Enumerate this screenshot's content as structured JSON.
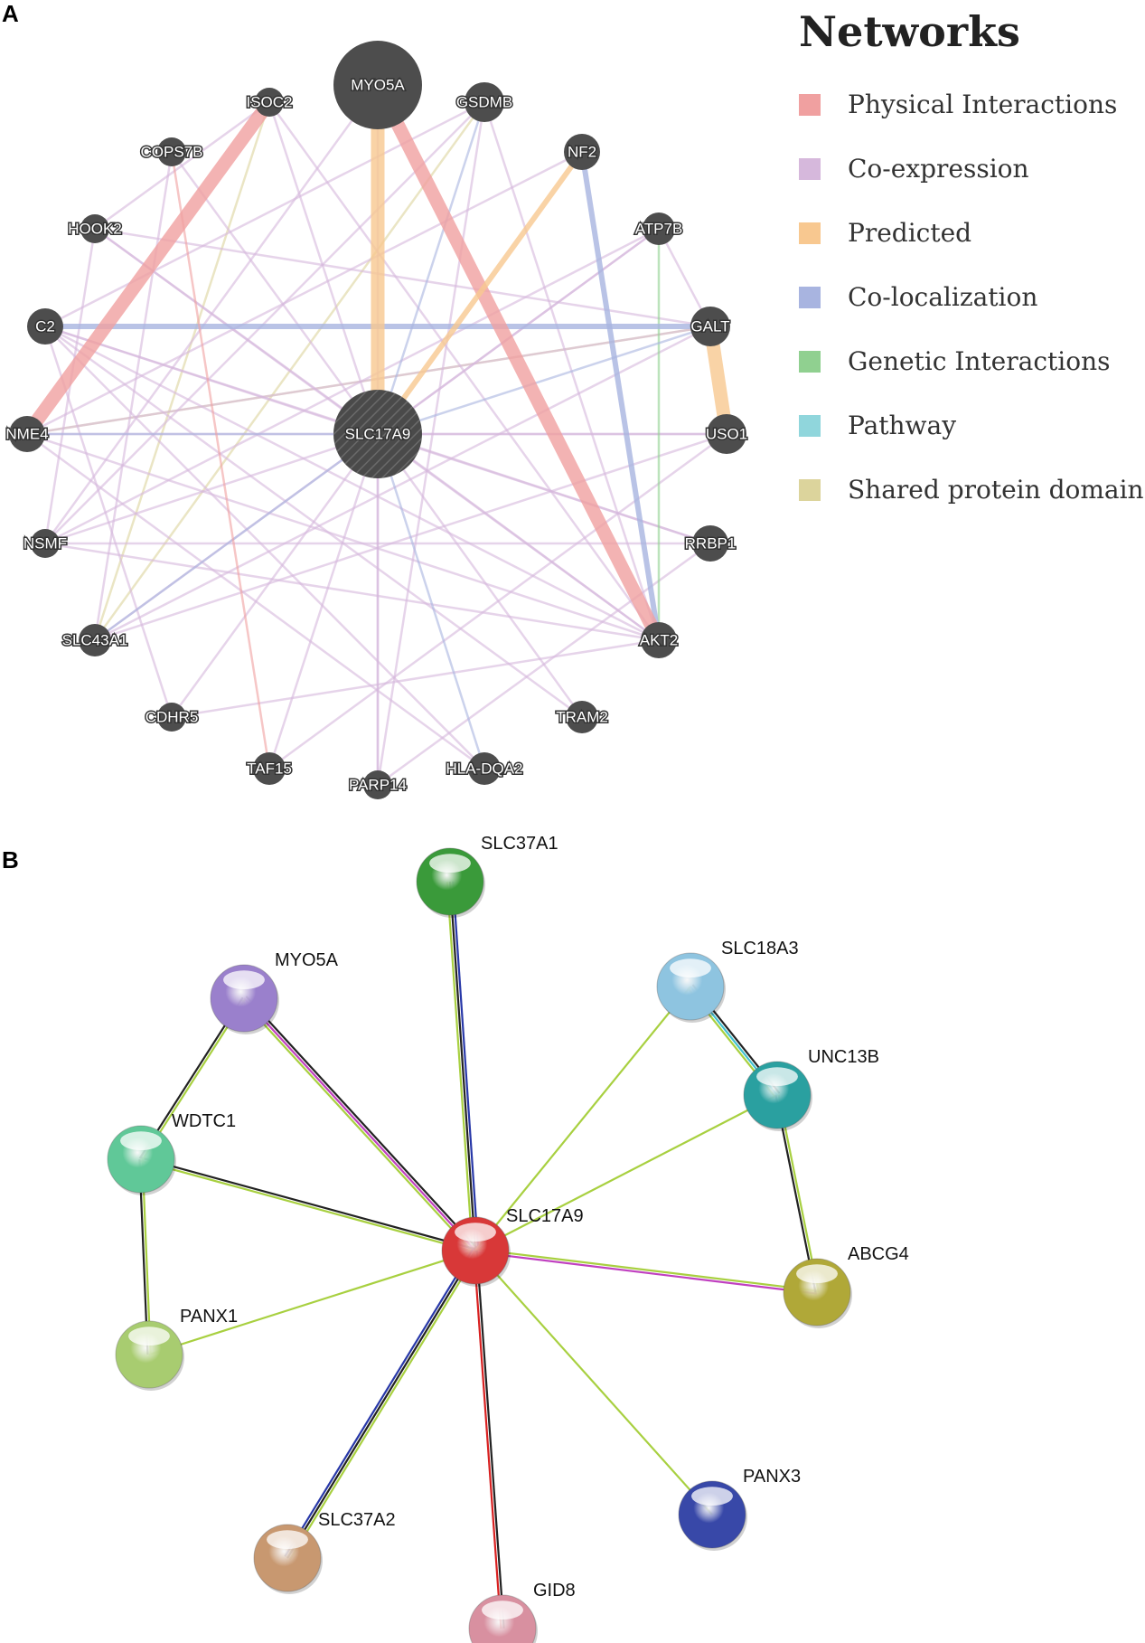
{
  "panels": {
    "a_label": "A",
    "b_label": "B"
  },
  "legend": {
    "title": "Networks",
    "items": [
      {
        "label": "Physical Interactions",
        "color": "#f0a0a0"
      },
      {
        "label": "Co-expression",
        "color": "#d6b8dc"
      },
      {
        "label": "Predicted",
        "color": "#f8c890"
      },
      {
        "label": "Co-localization",
        "color": "#a8b4e0"
      },
      {
        "label": "Genetic Interactions",
        "color": "#90d090"
      },
      {
        "label": "Pathway",
        "color": "#90d6dc"
      },
      {
        "label": "Shared protein domains",
        "color": "#dcd49c"
      }
    ]
  },
  "genemania": {
    "center": "SLC17A9",
    "nodes": [
      "MYO5A",
      "ISOC2",
      "GSDMB",
      "COPS7B",
      "NF2",
      "HOOK2",
      "ATP7B",
      "C2",
      "GALT",
      "NME4",
      "SLC17A9",
      "USO1",
      "NSMF",
      "RRBP1",
      "SLC43A1",
      "AKT2",
      "CDHR5",
      "TRAM2",
      "TAF15",
      "PARP14",
      "HLA-DQA2"
    ],
    "edges": [
      {
        "s": "SLC17A9",
        "t": "MYO5A",
        "type": "predicted",
        "weight": "heavy"
      },
      {
        "s": "GALT",
        "t": "USO1",
        "type": "predicted",
        "weight": "heavy"
      },
      {
        "s": "SLC17A9",
        "t": "NF2",
        "type": "predicted",
        "weight": "medium"
      },
      {
        "s": "MYO5A",
        "t": "AKT2",
        "type": "physical",
        "weight": "heavy"
      },
      {
        "s": "ISOC2",
        "t": "NME4",
        "type": "physical",
        "weight": "heavy"
      },
      {
        "s": "COPS7B",
        "t": "TAF15",
        "type": "physical",
        "weight": "light"
      },
      {
        "s": "NF2",
        "t": "AKT2",
        "type": "colocalization",
        "weight": "medium"
      },
      {
        "s": "C2",
        "t": "GALT",
        "type": "colocalization",
        "weight": "medium"
      },
      {
        "s": "NME4",
        "t": "SLC17A9",
        "type": "colocalization",
        "weight": "light"
      },
      {
        "s": "SLC17A9",
        "t": "GALT",
        "type": "colocalization",
        "weight": "light"
      },
      {
        "s": "SLC17A9",
        "t": "HLA-DQA2",
        "type": "colocalization",
        "weight": "light"
      },
      {
        "s": "SLC43A1",
        "t": "SLC17A9",
        "type": "colocalization",
        "weight": "light"
      },
      {
        "s": "GSDMB",
        "t": "SLC17A9",
        "type": "colocalization",
        "weight": "light"
      },
      {
        "s": "ATP7B",
        "t": "AKT2",
        "type": "genetic",
        "weight": "light"
      },
      {
        "s": "ISOC2",
        "t": "SLC17A9",
        "type": "coexpression",
        "weight": "light"
      },
      {
        "s": "ISOC2",
        "t": "AKT2",
        "type": "coexpression",
        "weight": "light"
      },
      {
        "s": "ISOC2",
        "t": "HOOK2",
        "type": "coexpression",
        "weight": "light"
      },
      {
        "s": "GSDMB",
        "t": "C2",
        "type": "coexpression",
        "weight": "light"
      },
      {
        "s": "GSDMB",
        "t": "NSMF",
        "type": "coexpression",
        "weight": "light"
      },
      {
        "s": "GSDMB",
        "t": "PARP14",
        "type": "coexpression",
        "weight": "light"
      },
      {
        "s": "COPS7B",
        "t": "SLC17A9",
        "type": "coexpression",
        "weight": "light"
      },
      {
        "s": "COPS7B",
        "t": "SLC43A1",
        "type": "coexpression",
        "weight": "light"
      },
      {
        "s": "HOOK2",
        "t": "SLC17A9",
        "type": "coexpression",
        "weight": "light"
      },
      {
        "s": "HOOK2",
        "t": "AKT2",
        "type": "coexpression",
        "weight": "light"
      },
      {
        "s": "HOOK2",
        "t": "NSMF",
        "type": "coexpression",
        "weight": "light"
      },
      {
        "s": "ATP7B",
        "t": "SLC17A9",
        "type": "coexpression",
        "weight": "light"
      },
      {
        "s": "ATP7B",
        "t": "NSMF",
        "type": "coexpression",
        "weight": "light"
      },
      {
        "s": "ATP7B",
        "t": "GALT",
        "type": "coexpression",
        "weight": "light"
      },
      {
        "s": "C2",
        "t": "SLC17A9",
        "type": "coexpression",
        "weight": "light"
      },
      {
        "s": "C2",
        "t": "CDHR5",
        "type": "coexpression",
        "weight": "light"
      },
      {
        "s": "C2",
        "t": "AKT2",
        "type": "coexpression",
        "weight": "light"
      },
      {
        "s": "C2",
        "t": "RRBP1",
        "type": "coexpression",
        "weight": "light"
      },
      {
        "s": "GALT",
        "t": "NME4",
        "type": "coexpression",
        "weight": "light"
      },
      {
        "s": "GALT",
        "t": "SLC43A1",
        "type": "coexpression",
        "weight": "light"
      },
      {
        "s": "NME4",
        "t": "USO1",
        "type": "coexpression",
        "weight": "light"
      },
      {
        "s": "NME4",
        "t": "HLA-DQA2",
        "type": "coexpression",
        "weight": "light"
      },
      {
        "s": "NME4",
        "t": "AKT2",
        "type": "coexpression",
        "weight": "light"
      },
      {
        "s": "SLC17A9",
        "t": "USO1",
        "type": "coexpression",
        "weight": "light"
      },
      {
        "s": "SLC17A9",
        "t": "RRBP1",
        "type": "coexpression",
        "weight": "light"
      },
      {
        "s": "SLC17A9",
        "t": "AKT2",
        "type": "coexpression",
        "weight": "light"
      },
      {
        "s": "SLC17A9",
        "t": "TRAM2",
        "type": "coexpression",
        "weight": "light"
      },
      {
        "s": "SLC17A9",
        "t": "PARP14",
        "type": "coexpression",
        "weight": "light"
      },
      {
        "s": "SLC17A9",
        "t": "TAF15",
        "type": "coexpression",
        "weight": "light"
      },
      {
        "s": "SLC17A9",
        "t": "CDHR5",
        "type": "coexpression",
        "weight": "light"
      },
      {
        "s": "SLC17A9",
        "t": "NSMF",
        "type": "coexpression",
        "weight": "light"
      },
      {
        "s": "USO1",
        "t": "SLC43A1",
        "type": "coexpression",
        "weight": "light"
      },
      {
        "s": "USO1",
        "t": "TAF15",
        "type": "coexpression",
        "weight": "light"
      },
      {
        "s": "RRBP1",
        "t": "NSMF",
        "type": "coexpression",
        "weight": "light"
      },
      {
        "s": "RRBP1",
        "t": "PARP14",
        "type": "coexpression",
        "weight": "light"
      },
      {
        "s": "AKT2",
        "t": "NSMF",
        "type": "coexpression",
        "weight": "light"
      },
      {
        "s": "AKT2",
        "t": "CDHR5",
        "type": "coexpression",
        "weight": "light"
      },
      {
        "s": "TRAM2",
        "t": "C2",
        "type": "coexpression",
        "weight": "light"
      },
      {
        "s": "HLA-DQA2",
        "t": "C2",
        "type": "coexpression",
        "weight": "light"
      },
      {
        "s": "NSMF",
        "t": "MYO5A",
        "type": "coexpression",
        "weight": "light"
      },
      {
        "s": "GSDMB",
        "t": "AKT2",
        "type": "coexpression",
        "weight": "light"
      },
      {
        "s": "NF2",
        "t": "NME4",
        "type": "coexpression",
        "weight": "light"
      },
      {
        "s": "MYO5A",
        "t": "PARP14",
        "type": "coexpression",
        "weight": "light"
      },
      {
        "s": "HOOK2",
        "t": "GALT",
        "type": "coexpression",
        "weight": "light"
      },
      {
        "s": "SLC43A1",
        "t": "ATP7B",
        "type": "coexpression",
        "weight": "light"
      },
      {
        "s": "GSDMB",
        "t": "SLC43A1",
        "type": "shared_domains",
        "weight": "light"
      },
      {
        "s": "NME4",
        "t": "GALT",
        "type": "shared_domains",
        "weight": "light"
      },
      {
        "s": "ISOC2",
        "t": "SLC43A1",
        "type": "shared_domains",
        "weight": "light"
      }
    ]
  },
  "string_network": {
    "nodes": [
      {
        "name": "SLC37A1",
        "color": "#3a9a3a"
      },
      {
        "name": "MYO5A",
        "color": "#9a80cc"
      },
      {
        "name": "SLC18A3",
        "color": "#8ec4e0"
      },
      {
        "name": "UNC13B",
        "color": "#2aa0a0"
      },
      {
        "name": "WDTC1",
        "color": "#60c898"
      },
      {
        "name": "SLC17A9",
        "color": "#d83838"
      },
      {
        "name": "ABCG4",
        "color": "#b0a838"
      },
      {
        "name": "PANX1",
        "color": "#a8cc70"
      },
      {
        "name": "PANX3",
        "color": "#3848a8"
      },
      {
        "name": "SLC37A2",
        "color": "#c89870"
      },
      {
        "name": "GID8",
        "color": "#d890a0"
      }
    ],
    "edges": [
      {
        "s": "SLC17A9",
        "t": "SLC37A1",
        "colors": [
          "#a8d040",
          "#222222",
          "#2838a8"
        ]
      },
      {
        "s": "SLC17A9",
        "t": "MYO5A",
        "colors": [
          "#a8d040",
          "#c040c0",
          "#222222"
        ]
      },
      {
        "s": "SLC17A9",
        "t": "SLC18A3",
        "colors": [
          "#a8d040"
        ]
      },
      {
        "s": "SLC17A9",
        "t": "UNC13B",
        "colors": [
          "#a8d040"
        ]
      },
      {
        "s": "SLC17A9",
        "t": "WDTC1",
        "colors": [
          "#a8d040",
          "#222222"
        ]
      },
      {
        "s": "SLC17A9",
        "t": "ABCG4",
        "colors": [
          "#a8d040",
          "#c040c0"
        ]
      },
      {
        "s": "SLC17A9",
        "t": "PANX1",
        "colors": [
          "#a8d040"
        ]
      },
      {
        "s": "SLC17A9",
        "t": "PANX3",
        "colors": [
          "#a8d040"
        ]
      },
      {
        "s": "SLC17A9",
        "t": "SLC37A2",
        "colors": [
          "#a8d040",
          "#222222",
          "#2838a8"
        ]
      },
      {
        "s": "SLC17A9",
        "t": "GID8",
        "colors": [
          "#222222",
          "#d82020"
        ]
      },
      {
        "s": "MYO5A",
        "t": "WDTC1",
        "colors": [
          "#a8d040",
          "#222222"
        ]
      },
      {
        "s": "WDTC1",
        "t": "PANX1",
        "colors": [
          "#a8d040",
          "#222222"
        ]
      },
      {
        "s": "SLC18A3",
        "t": "UNC13B",
        "colors": [
          "#222222",
          "#40c0d0",
          "#a8d040"
        ]
      },
      {
        "s": "UNC13B",
        "t": "ABCG4",
        "colors": [
          "#a8d040",
          "#222222"
        ]
      }
    ]
  }
}
